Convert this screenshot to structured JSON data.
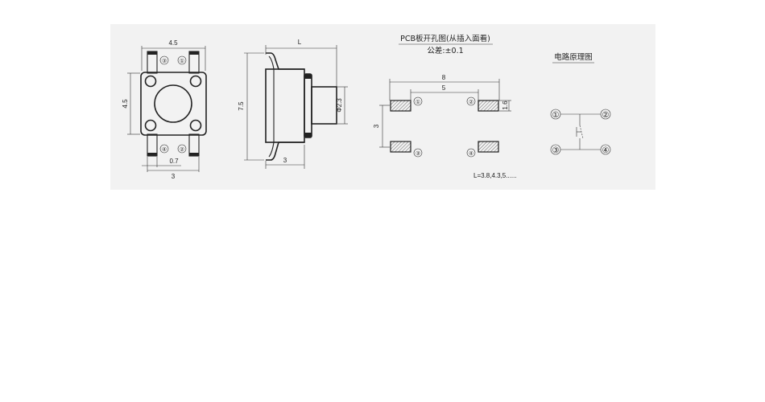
{
  "drawing": {
    "background": "#f2f2f2",
    "line_color": "#222222",
    "front_view": {
      "width_dim": "4.5",
      "height_dim": "4.5",
      "lead_dim": "0.7",
      "pitch_dim": "3",
      "pins": [
        "③",
        "①",
        "④",
        "②"
      ]
    },
    "side_view": {
      "length_dim": "L",
      "height_dim": "7.5",
      "stem_dim": "Φ2.3",
      "base_dim": "3"
    },
    "pcb_layout": {
      "title": "PCB板开孔图(从插入面看)",
      "tolerance": "公差:±0.1",
      "outer_dim": "8",
      "inner_dim": "5",
      "vertical_dim": "3",
      "pad_dim": "1.6",
      "pins": [
        "①",
        "②",
        "③",
        "④"
      ],
      "length_note": "L=3.8,4.3,5......"
    },
    "schematic": {
      "title": "电路原理图",
      "pins": [
        "①",
        "②",
        "③",
        "④"
      ]
    }
  }
}
